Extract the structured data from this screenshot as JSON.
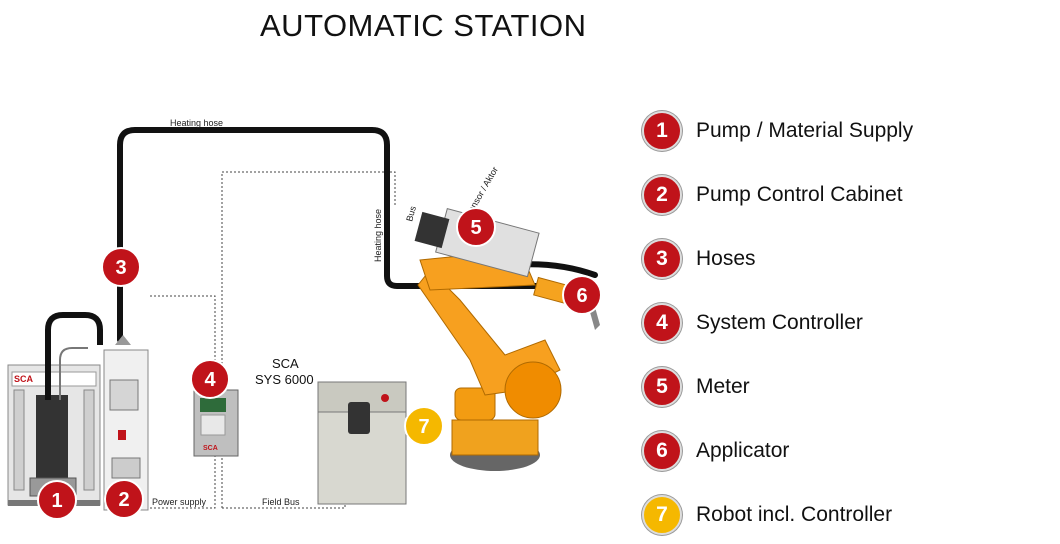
{
  "title": "AUTOMATIC STATION",
  "labels": {
    "heating_hose_top": "Heating hose",
    "heating_hose_vertical": "Heating hose",
    "power_supply": "Power supply",
    "field_bus": "Field Bus",
    "sca_line1": "SCA",
    "sca_line2": "SYS 6000",
    "pump_brand": "SCA",
    "controller_brand": "SCA",
    "meter_sensor": "Sensor / Aktor",
    "meter_bus": "Bus"
  },
  "badges": [
    {
      "number": "1",
      "color": "#c0131a"
    },
    {
      "number": "2",
      "color": "#c0131a"
    },
    {
      "number": "3",
      "color": "#c0131a"
    },
    {
      "number": "4",
      "color": "#c0131a"
    },
    {
      "number": "5",
      "color": "#c0131a"
    },
    {
      "number": "6",
      "color": "#c0131a"
    },
    {
      "number": "7",
      "color": "#f5b800"
    }
  ],
  "legend": [
    {
      "number": "1",
      "label": "Pump / Material Supply",
      "color": "#c0131a"
    },
    {
      "number": "2",
      "label": "Pump Control Cabinet",
      "color": "#c0131a"
    },
    {
      "number": "3",
      "label": "Hoses",
      "color": "#c0131a"
    },
    {
      "number": "4",
      "label": "System Controller",
      "color": "#c0131a"
    },
    {
      "number": "5",
      "label": "Meter",
      "color": "#c0131a"
    },
    {
      "number": "6",
      "label": "Applicator",
      "color": "#c0131a"
    },
    {
      "number": "7",
      "label": "Robot incl. Controller",
      "color": "#f5b800"
    }
  ]
}
